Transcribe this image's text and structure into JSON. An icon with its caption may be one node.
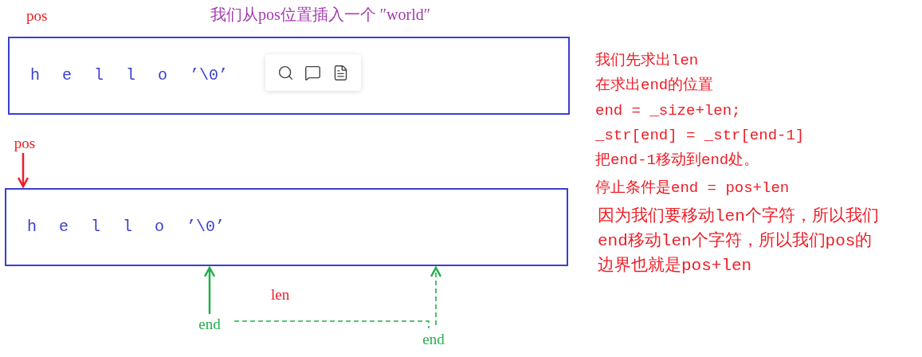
{
  "diagram": {
    "nodes": [
      {
        "text": [
          "h e l l o ’\\0’"
        ]
      },
      {
        "text": [
          "pos"
        ]
      },
      {
        "text": [
          "h e l l o ’\\0’"
        ]
      },
      {
        "text": [
          "end"
        ]
      },
      {
        "text": [
          "end"
        ]
      }
    ],
    "edges": [
      {
        "from": 1,
        "to": 2,
        "arrow": "to",
        "color": "#e8202a"
      },
      {
        "from": 3,
        "to": 2,
        "arrow": "to"
      },
      {
        "from": 4,
        "to": 2,
        "arrow": "to",
        "style": "dashed"
      },
      {
        "from": 3,
        "to": 4,
        "arrow": "none",
        "style": "dashed"
      }
    ],
    "labels": [
      "pos",
      "我们从pos位置插入一个 ″world″",
      "我们先求出len",
      "在求出end的位置",
      "end = _size+len;",
      "_str[end] = _str[end-1]",
      "把end-1移动到end处。",
      "停止条件是end = pos+len",
      "因为我们要移动len个字符，所以我们end移动len个字符，所以我们pos的边界也就是pos+len",
      "len"
    ]
  }
}
